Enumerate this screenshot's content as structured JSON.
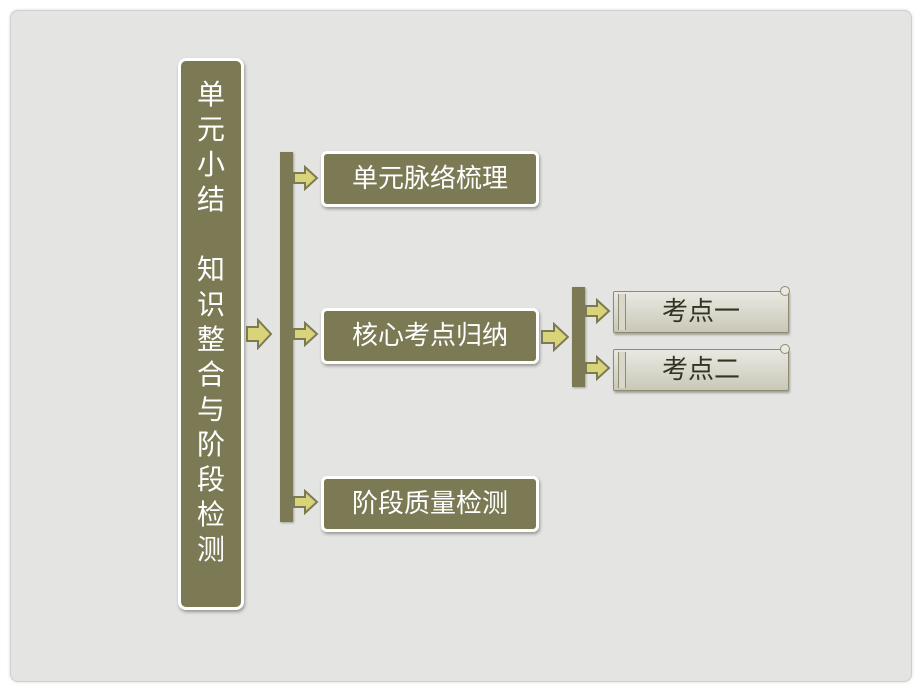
{
  "title_chars": [
    "单",
    "元",
    "小",
    "结",
    "",
    "知",
    "识",
    "整",
    "合",
    "与",
    "阶",
    "段",
    "检",
    "测"
  ],
  "branches": {
    "item1": "单元脉络梳理",
    "item2": "核心考点归纳",
    "item3": "阶段质量检测"
  },
  "subbranches": {
    "sub1": "考点一",
    "sub2": "考点二"
  },
  "colors": {
    "olive": "#7b7a55",
    "arrow": "#d9d37a",
    "slide": "#e4e4e2"
  }
}
